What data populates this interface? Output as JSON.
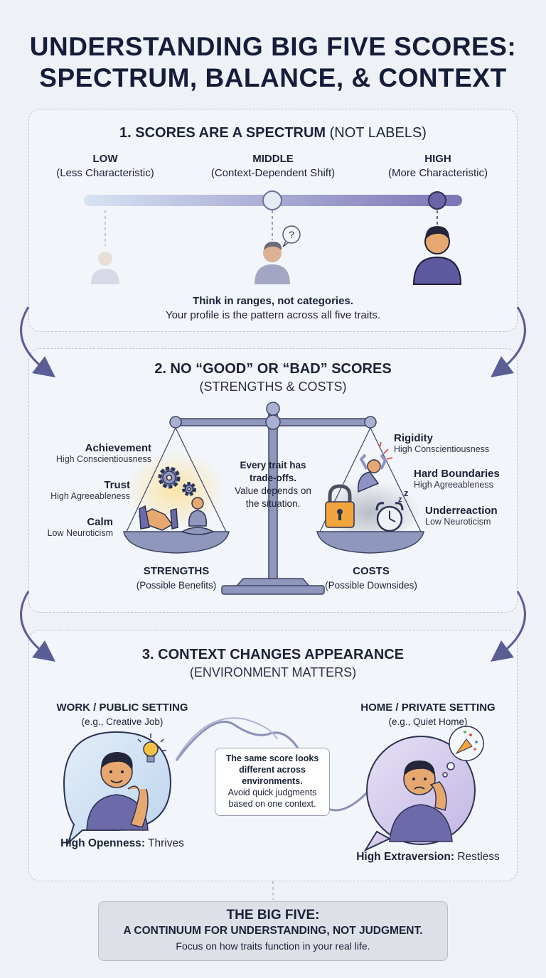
{
  "title": {
    "line1": "UNDERSTANDING BIG FIVE SCORES:",
    "line2": "SPECTRUM, BALANCE, & CONTEXT"
  },
  "section1": {
    "title_bold": "1. SCORES ARE A SPECTRUM",
    "title_rest": " (NOT LABELS)",
    "low": {
      "label": "LOW",
      "sub": "(Less Characteristic)"
    },
    "middle": {
      "label": "MIDDLE",
      "sub": "(Context-Dependent Shift)"
    },
    "high": {
      "label": "HIGH",
      "sub": "(More Characteristic)"
    },
    "note_bold": "Think in ranges, not categories.",
    "note": "Your profile is the pattern across all five traits."
  },
  "section2": {
    "title": "2. NO “GOOD” OR “BAD” SCORES",
    "subtitle": "(STRENGTHS & COSTS)",
    "strengths": [
      {
        "name": "Achievement",
        "trait": "High Conscientiousness"
      },
      {
        "name": "Trust",
        "trait": "High Agreeableness"
      },
      {
        "name": "Calm",
        "trait": "Low Neuroticism"
      }
    ],
    "costs": [
      {
        "name": "Rigidity",
        "trait": "High Conscientiousness"
      },
      {
        "name": "Hard Boundaries",
        "trait": "High Agreeableness"
      },
      {
        "name": "Underreaction",
        "trait": "Low Neuroticism"
      }
    ],
    "center_bold": "Every trait has trade-offs.",
    "center": "Value depends on the situation.",
    "strengths_label": "STRENGTHS",
    "strengths_sub": "(Possible Benefits)",
    "costs_label": "COSTS",
    "costs_sub": "(Possible Downsides)"
  },
  "section3": {
    "title": "3. CONTEXT CHANGES APPEARANCE",
    "subtitle": "(ENVIRONMENT MATTERS)",
    "work": {
      "label": "WORK / PUBLIC SETTING",
      "sub": "(e.g., Creative Job)",
      "caption_bold": "High Openness:",
      "caption": " Thrives"
    },
    "home": {
      "label": "HOME / PRIVATE SETTING",
      "sub": "(e.g., Quiet Home)",
      "caption_bold": "High Extraversion:",
      "caption": " Restless"
    },
    "note_bold": "The same score looks different across environments.",
    "note": "Avoid quick judgments based on one context."
  },
  "footer": {
    "line1": "THE BIG FIVE:",
    "line2": "A CONTINUUM FOR UNDERSTANDING, NOT JUDGMENT.",
    "line3": "Focus on how traits function in your real life."
  },
  "colors": {
    "accent": "#5b5e94",
    "slider_start": "#d7e3f3",
    "slider_end": "#7c74b6",
    "skin": "#e7a86f",
    "shirt": "#6c6aa8",
    "glow": "#f7d27a"
  },
  "icons": [
    "person-icon",
    "question-bubble-icon",
    "gears-icon",
    "handshake-icon",
    "meditation-icon",
    "stressed-person-icon",
    "padlock-icon",
    "alarm-clock-icon",
    "lightbulb-icon",
    "party-popper-icon",
    "curved-arrow-icon",
    "balance-scale-icon"
  ]
}
